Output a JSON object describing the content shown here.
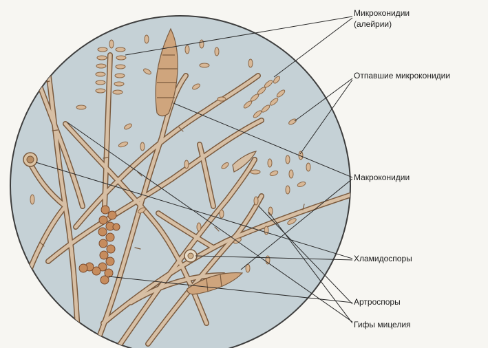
{
  "labels": {
    "microconidia": "Микроконидии",
    "microconidia_sub": "(алейрии)",
    "fallen_microconidia": "Отпавшие микроконидии",
    "macroconidia": "Макроконидии",
    "chlamydospores": "Хламидоспоры",
    "arthrospores": "Артроспоры",
    "hyphae": "Гифы мицелия"
  },
  "colors": {
    "background": "#f7f6f2",
    "field": "#c5d1d6",
    "field_edge": "#3d3d3d",
    "hypha_fill": "#d7bfa4",
    "hypha_edge": "#7a5a3e",
    "spore_fill": "#d8b897",
    "spore_edge": "#8a6646",
    "leader": "#2a2a2a"
  }
}
